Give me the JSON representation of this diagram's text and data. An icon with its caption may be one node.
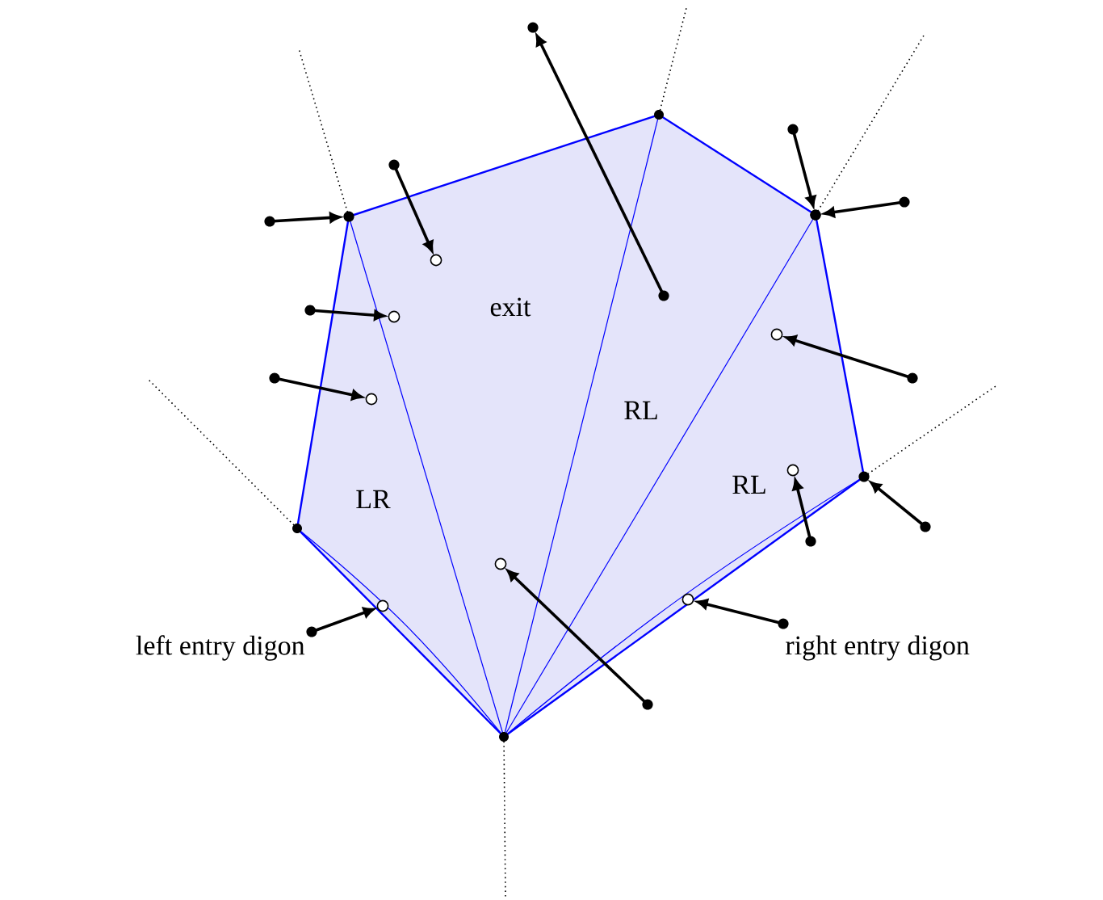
{
  "diagram": {
    "labels": [
      "exit",
      "RL",
      "LR",
      "RL",
      "left entry digon",
      "right entry digon"
    ]
  }
}
